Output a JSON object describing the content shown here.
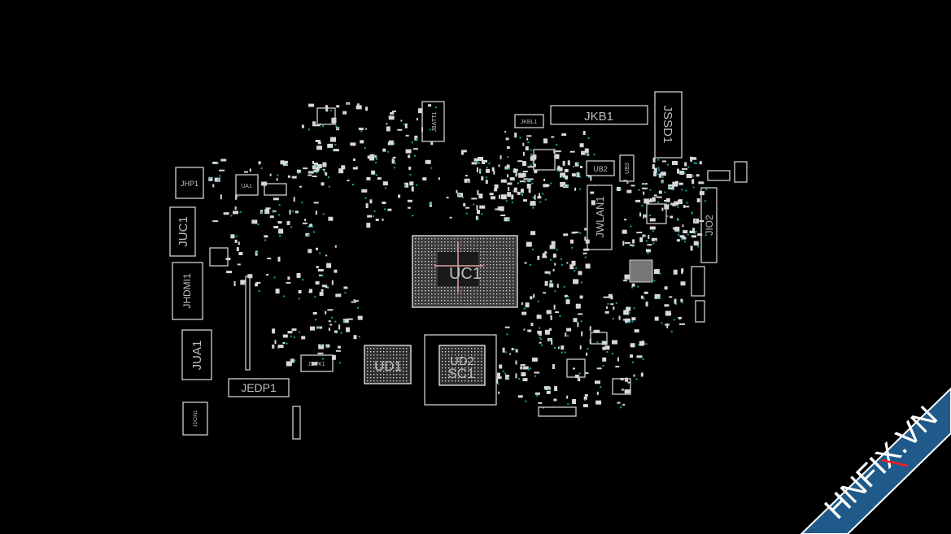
{
  "board": {
    "components": {
      "JHP1": "JHP1",
      "UA1": "UA1",
      "JUC1": "JUC1",
      "JHDMI1": "JHDMI1",
      "JUA1": "JUA1",
      "JEDP1": "JEDP1",
      "JSPK1": "JSPK1",
      "JDCIN1": "JDCIN1",
      "JBATT1": "JBATT1",
      "JKBL1": "JKBL1",
      "JKB1": "JKB1",
      "JSSD1": "JSSD1",
      "UB2": "UB2",
      "UB3": "UB3",
      "JWLAN1": "JWLAN1",
      "JIO2": "JIO2",
      "UC1": "UC1",
      "UD1": "UD1",
      "UD2": "UD2",
      "SC1": "SC1"
    },
    "colors": {
      "background": "#000000",
      "outline": "#cfcfcf",
      "via": "#1aa3a3",
      "highlight": "#e8a0a8"
    }
  },
  "watermark": {
    "text": "HNFIX.VN",
    "band_color": "#1f5a8a",
    "strike_color": "#ff1a1a"
  }
}
